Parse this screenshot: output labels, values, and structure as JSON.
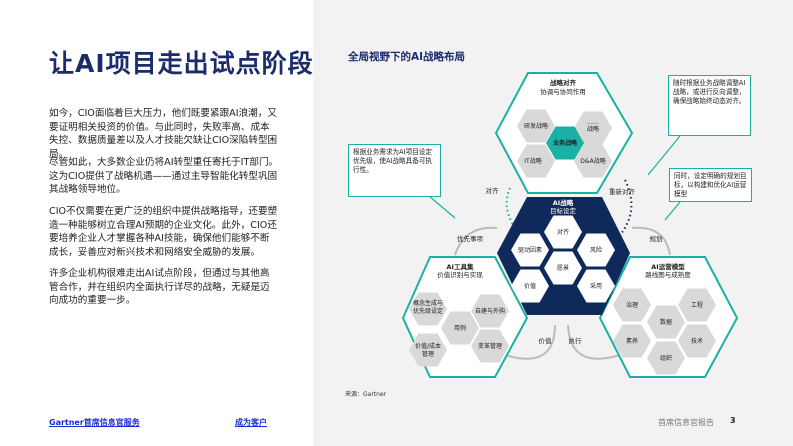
{
  "title": "让AI项目走出试点阶段",
  "paragraphs": [
    "如今，CIO面临着巨大压力，他们既要紧跟AI浪潮，又要证明相关投资的价值。与此同时，失败率高、成本失控、数据质量差以及人才技能欠缺让CIO深陷转型困局。",
    "尽管如此，大多数企业仍将AI转型重任寄托于IT部门。这为CIO提供了战略机遇——通过主导智能化转型巩固其战略领导地位。",
    "CIO不仅需要在更广泛的组织中提供战略指导，还要塑造一种能够树立合理AI预期的企业文化。此外，CIO还要培养企业人才掌握各种AI技能，确保他们能够不断成长，妥善应对新兴技术和网络安全威胁的发展。",
    "许多企业机构很难走出AI试点阶段，但通过与其他高管合作，并在组织内全面执行详尽的战略，无疑是迈向成功的重要一步。"
  ],
  "footer": {
    "link1": "Gartner首席信息官服务",
    "link2": "成为客户",
    "report": "首席信息官报告",
    "page": "3",
    "source": "来源：Gartner"
  },
  "diagram": {
    "title": "全局视野下的AI战略布局",
    "top": {
      "title": "战略对齐",
      "subtitle": "协调与协同作用",
      "items": [
        "研发战略",
        "……",
        "战略",
        "业务战略",
        "IT战略",
        "D&A战略"
      ]
    },
    "center": {
      "title": "AI战略",
      "subtitle": "目标设定",
      "items": [
        "对齐",
        "驱动因素",
        "风险",
        "愿景",
        "价值",
        "采用"
      ]
    },
    "left": {
      "title": "AI工具集",
      "subtitle": "价值识别与实现",
      "items": [
        "概念生成与",
        "优先级设定",
        "自建与外购",
        "用例",
        "价值/成本",
        "管理",
        "变革管理"
      ]
    },
    "right": {
      "title": "AI运营模型",
      "subtitle": "路线图与成熟度",
      "items": [
        "治理",
        "工程",
        "数据",
        "素养",
        "技术",
        "组织"
      ]
    },
    "flows": [
      "对齐",
      "重新对齐",
      "优先事项",
      "规划",
      "价值",
      "执行"
    ],
    "callouts": [
      "根据业务需求为AI项目设定优先级，使AI战略具备可执行性。",
      "随时根据业务战略调整AI战略，或进行反向调整，确保战略始终动态对齐。",
      "同时，设定明确的规划目标，以构建和优化AI运营模型"
    ]
  },
  "colors": {
    "navy": "#0f2a5a",
    "teal": "#1ab0a6",
    "gray_hex": "#d9d9d9"
  }
}
